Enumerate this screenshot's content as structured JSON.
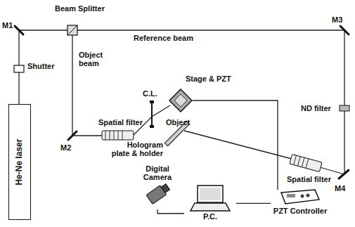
{
  "diagram": {
    "nodes": [
      {
        "text": [
          "He-Ne laser"
        ]
      },
      {
        "text": [
          "Digital Camera"
        ]
      },
      {
        "text": [
          "P.C."
        ]
      },
      {
        "text": [
          "PZT Controller"
        ]
      },
      {
        "text": [
          "Stage & PZT"
        ]
      }
    ],
    "edges": [
      {
        "from": 1,
        "to": 2,
        "arrow": "none"
      },
      {
        "from": 2,
        "to": 3,
        "arrow": "none"
      },
      {
        "from": 3,
        "to": 4,
        "arrow": "none"
      }
    ],
    "labels": [
      "M1",
      "Shutter",
      "Beam Splitter",
      "Object beam",
      "Reference beam",
      "M3",
      "ND filter",
      "M4",
      "Spatial filter",
      "M2",
      "Spatial filter",
      "C.L.",
      "Object",
      "Hologram plate & holder"
    ]
  }
}
